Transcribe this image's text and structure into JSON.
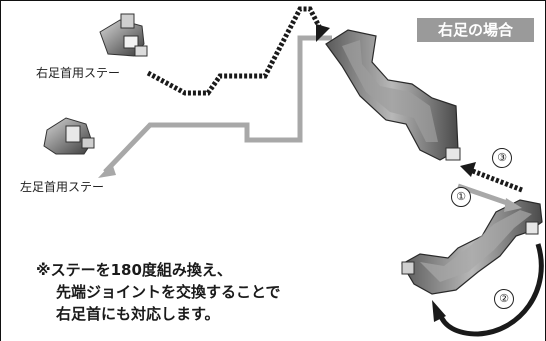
{
  "title": "右足の場合",
  "labels": {
    "right_stay": "右足首用ステー",
    "left_stay": "左足首用ステー"
  },
  "note": {
    "line1": "※ステーを180度組み換え、",
    "line2": "先端ジョイントを交換することで",
    "line3": "右足首にも対応します。"
  },
  "steps": {
    "one": "①",
    "two": "②",
    "three": "③"
  },
  "colors": {
    "badge": "#9a9a9a",
    "gray_arrow": "#a8a8a8",
    "dotted_arrow": "#1a1a1a",
    "part_dark": "#3a3a3a",
    "part_light": "#bdbdbd"
  }
}
